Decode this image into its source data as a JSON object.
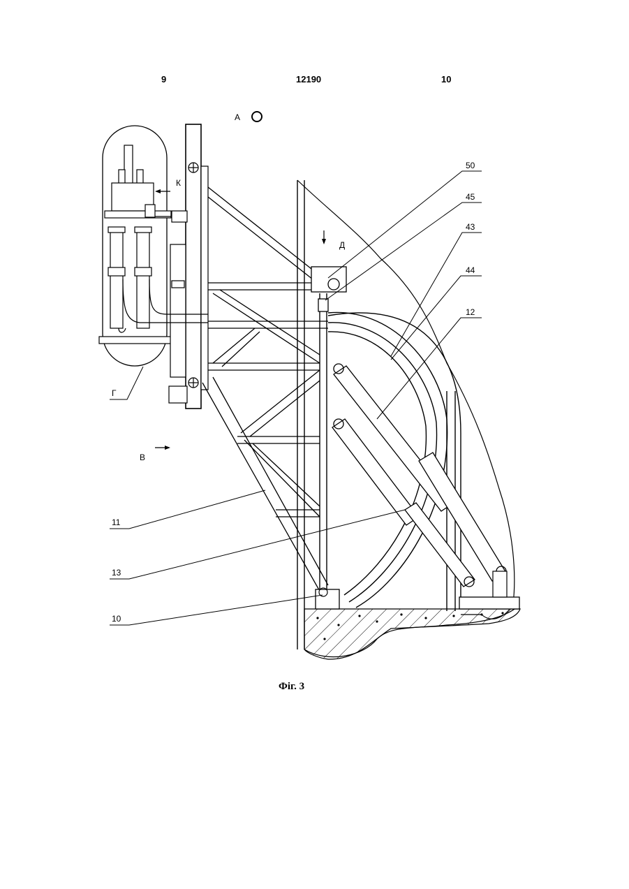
{
  "header": {
    "left_page": "9",
    "patent_number": "12190",
    "right_page": "10"
  },
  "caption": "Фіг. 3",
  "labels": {
    "view_a": "А",
    "view_k": "К",
    "view_d": "Д",
    "view_v": "В",
    "view_g": "Г",
    "ref_50": "50",
    "ref_45": "45",
    "ref_43": "43",
    "ref_44": "44",
    "ref_12": "12",
    "ref_11": "11",
    "ref_13": "13",
    "ref_10": "10"
  }
}
